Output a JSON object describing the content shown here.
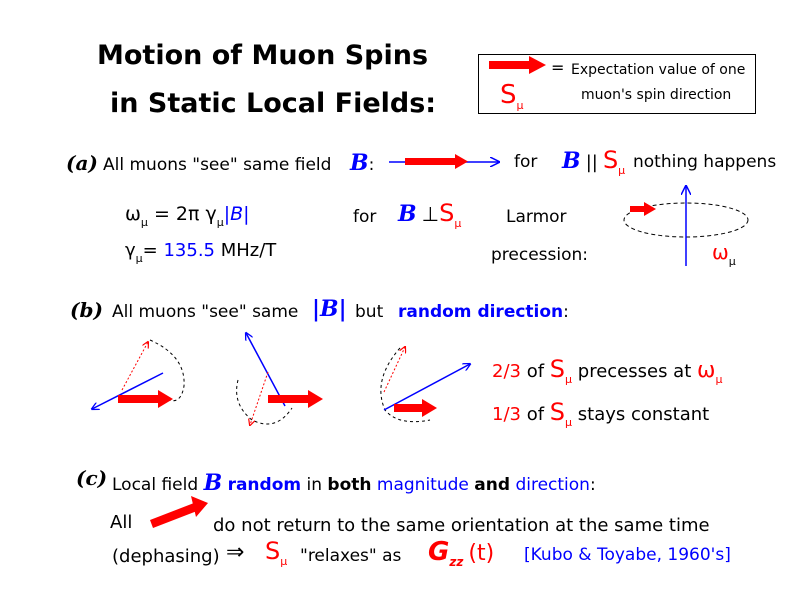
{
  "title": {
    "line1": "Motion of Muon Spins",
    "line2": "in Static Local Fields:"
  },
  "legend": {
    "eq": "=",
    "line1": "Expectation value of one",
    "line2": "muon's spin direction",
    "s": "S",
    "mu": "μ"
  },
  "section_a": {
    "label": "(a)",
    "text": "All muons \"see\" same field",
    "B": "B",
    "colon": ":",
    "for": "for",
    "par_B": "B",
    "par_sym": "||",
    "par_S": "S",
    "mu": "μ",
    "nothing": "nothing happens",
    "omega_eq": "ω",
    "omega_rhs": "= 2π γ",
    "omega_B": "|B|",
    "gamma": "γ",
    "gamma_eq": "= ",
    "gamma_val": "135.5",
    "gamma_unit": " MHz/T",
    "for2": "for",
    "perp_B": "B",
    "perp_sym": "⊥",
    "perp_S": "S",
    "larmor": "Larmor",
    "precession": "precession:",
    "omega_label": "ω"
  },
  "section_b": {
    "label": "(b)",
    "text": "All muons \"see\" same",
    "absB": "|B|",
    "but": "but",
    "random": "random direction",
    "colon": ":",
    "line1_frac": "2/3",
    "line1_of": "of",
    "line1_S": "S",
    "line1_rest": "precesses at",
    "line1_omega": "ω",
    "line2_frac": "1/3",
    "line2_of": "of",
    "line2_S": "S",
    "line2_rest": "stays constant"
  },
  "section_c": {
    "label": "(c)",
    "text1": "Local field",
    "B": "B",
    "random": "random",
    "in": "in",
    "both": "both",
    "magnitude": "magnitude",
    "and": "and",
    "direction": "direction",
    "colon": ":",
    "all": "All",
    "not_return": "do not return to the same orientation at the same time",
    "dephasing": "(dephasing)",
    "implies": "⇒",
    "S": "S",
    "relaxes": "\"relaxes\" as",
    "G": "G",
    "zz": "zz",
    "t": "(t)",
    "ref": "[Kubo & Toyabe, 1960's]"
  },
  "colors": {
    "spin": "#ff0000",
    "field": "#0000ff",
    "accent_red": "#ff0000",
    "accent_blue": "#0000ff"
  }
}
